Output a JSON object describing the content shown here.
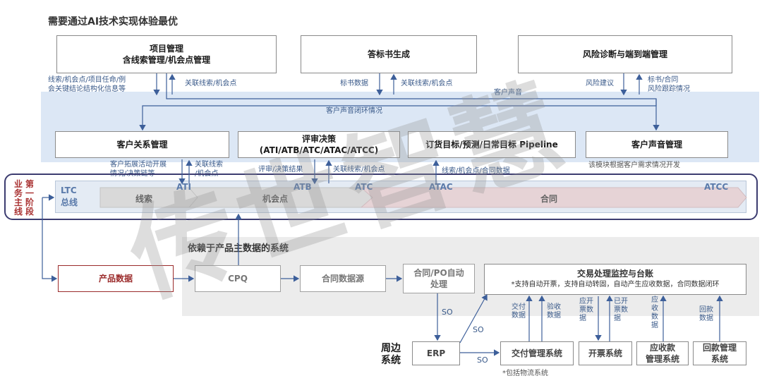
{
  "title": "需要通过AI技术实现体验最优",
  "top_boxes": {
    "project_mgmt": [
      "项目管理",
      "含线索管理/机会点管理"
    ],
    "bid_gen": "答标书生成",
    "risk_mgmt": "风险诊断与端到端管理"
  },
  "top_labels": {
    "l1": "线索/机会点/项目任命/例",
    "l2": "会关键结论结构化信息等",
    "l3": "关联线索/机会点",
    "l4": "标书数据",
    "l5": "关联线索/机会点",
    "l6": "风险建议",
    "l7": "标书/合同",
    "l8": "风险跟踪情况",
    "l9": "客户声音",
    "l10": "客户声音闭环情况"
  },
  "mid_boxes": {
    "crm": "客户关系管理",
    "decision": [
      "评审决策",
      "(ATI/ATB/ATC/ATAC/ATCC)"
    ],
    "order": "订货目标/预测/日常目标 Pipeline",
    "voc": "客户声音管理"
  },
  "mid_labels": {
    "m1": "客户拓展活动开展",
    "m2": "情况/决策链等",
    "m3": "关联线索",
    "m4": "/机会点",
    "m5": "评审/决策结果",
    "m6": "关联线索/机会点",
    "m7": "线索/机会点/合同数据",
    "m8": "该模块根据客户需求情况开发"
  },
  "stage_label": [
    "第",
    "一",
    "阶",
    "段"
  ],
  "stage_label_left": [
    "业",
    "务",
    "主",
    "线"
  ],
  "ltc": [
    "LTC",
    "总线"
  ],
  "stages": {
    "ati": "ATI",
    "atb": "ATB",
    "atc": "ATC",
    "atac": "ATAC",
    "atcc": "ATCC"
  },
  "segments": {
    "lead": "线索",
    "opportunity": "机会点",
    "contract": "合同"
  },
  "dependent_title": "依赖于产品主数据的系统",
  "bottom_boxes": {
    "product": "产品数据",
    "cpq": "CPQ",
    "contract_src": "合同数据源",
    "contract_po": [
      "合同/PO自动",
      "处理"
    ],
    "tx_title": "交易处理监控与台账",
    "tx_desc": "*支持自动开票，支持自动转固，自动产生应收数据，合同数据闭环"
  },
  "periph": {
    "title": [
      "周边",
      "系统"
    ],
    "erp": "ERP",
    "delivery": "交付管理系统",
    "invoice": "开票系统",
    "ar": [
      "应收款",
      "管理系统"
    ],
    "payment": [
      "回款管理",
      "系统"
    ],
    "note": "*包括物流系统"
  },
  "bottom_labels": {
    "so1": "SO",
    "so2": "SO",
    "so3": "SO",
    "b1": [
      "交付",
      "数据"
    ],
    "b2": [
      "验收",
      "数据"
    ],
    "b3": [
      "应开",
      "票数",
      "据"
    ],
    "b4": [
      "已开",
      "票数",
      "据"
    ],
    "b5": [
      "应",
      "收",
      "数",
      "据"
    ],
    "b6": [
      "回款",
      "数据"
    ]
  },
  "watermark": "传世智慧"
}
